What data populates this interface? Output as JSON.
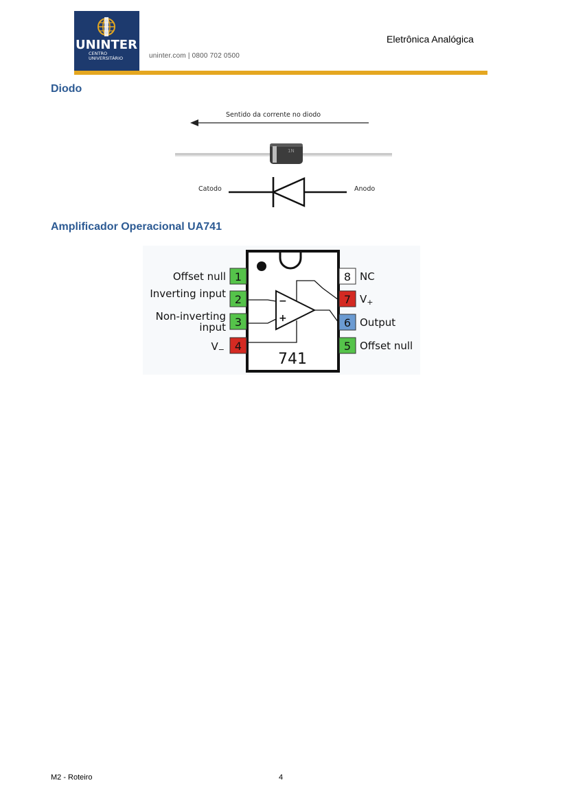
{
  "header": {
    "logo": {
      "name": "UNINTER",
      "line1": "CENTRO",
      "line2": "UNIVERSITÁRIO"
    },
    "contact": "uninter.com  |  0800 702 0500",
    "doc_title": "Eletrônica Analógica",
    "colors": {
      "brand_blue": "#1d3a6e",
      "rule_gold": "#e5a720"
    }
  },
  "sections": [
    {
      "heading": "Diodo"
    },
    {
      "heading": "Amplificador Operacional UA741"
    }
  ],
  "diode_figure": {
    "current_label": "Sentido da corrente no diodo",
    "cathode_label": "Catodo",
    "anode_label": "Anodo",
    "component_marking": "1N"
  },
  "ic_figure": {
    "chip_label": "741",
    "pins_left": [
      {
        "num": "1",
        "label": "Offset null",
        "color": "#55c34a"
      },
      {
        "num": "2",
        "label": "Inverting input",
        "color": "#55c34a"
      },
      {
        "num": "3",
        "label_line1": "Non-inverting",
        "label_line2": "input",
        "color": "#55c34a"
      },
      {
        "num": "4",
        "label": "V",
        "sub": "−",
        "color": "#d42a22"
      }
    ],
    "pins_right": [
      {
        "num": "8",
        "label": "NC",
        "color": "#ffffff"
      },
      {
        "num": "7",
        "label": "V",
        "sub": "+",
        "color": "#d42a22"
      },
      {
        "num": "6",
        "label": "Output",
        "color": "#6b9bd2"
      },
      {
        "num": "5",
        "label": "Offset null",
        "color": "#55c34a"
      }
    ],
    "opamp_minus": "−",
    "opamp_plus": "+"
  },
  "footer": {
    "left": "M2 - Roteiro",
    "page": "4"
  }
}
